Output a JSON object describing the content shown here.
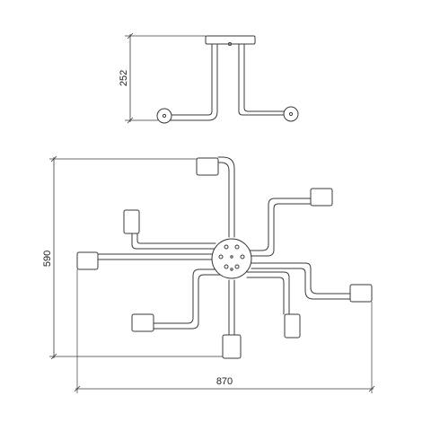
{
  "drawing": {
    "side_view": {
      "height_dimension": "252"
    },
    "plan_view": {
      "height_dimension": "590",
      "width_dimension": "870",
      "arm_count": 8
    }
  }
}
